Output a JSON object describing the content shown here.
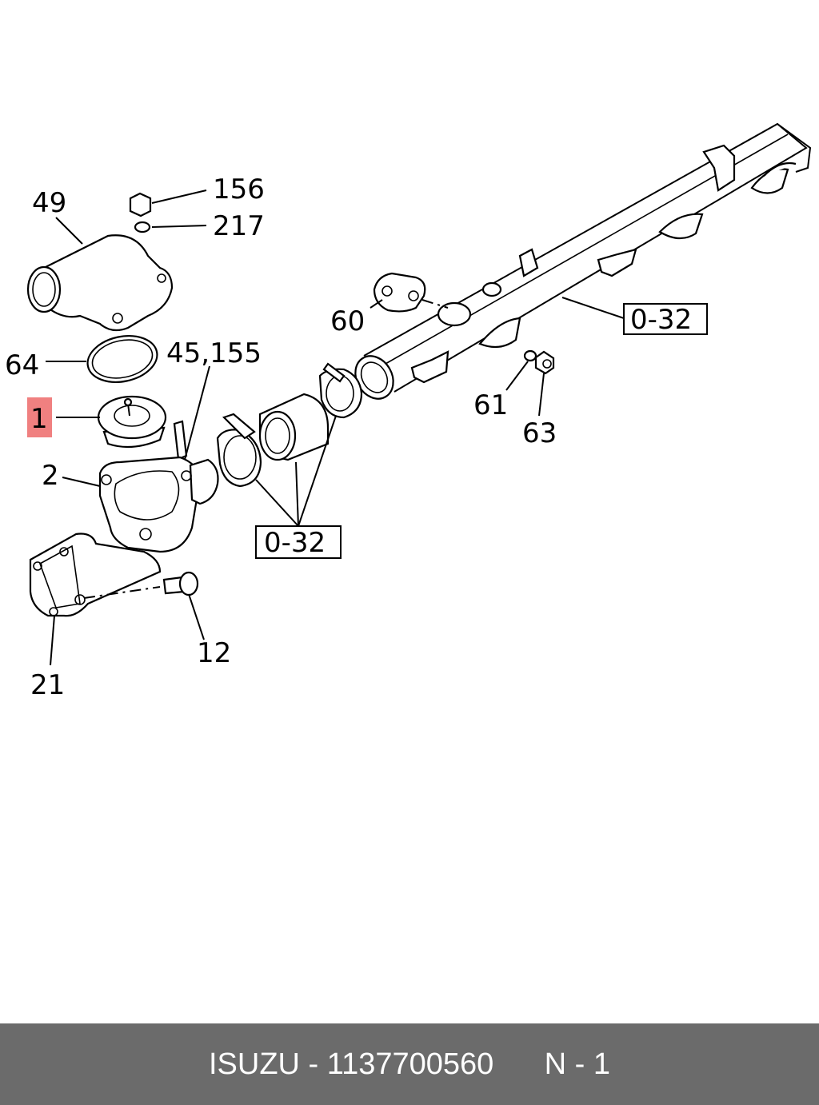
{
  "callouts": {
    "c49": "49",
    "c156": "156",
    "c217": "217",
    "c64": "64",
    "c45155": "45,155",
    "c1": "1",
    "c2": "2",
    "c12": "12",
    "c21": "21",
    "c60": "60",
    "c61": "61",
    "c63": "63",
    "ref_upper": "0-32",
    "ref_lower": "0-32"
  },
  "highlight_color": "#f08080",
  "footer": {
    "brand": "ISUZU",
    "separator": " - ",
    "part_number": "1137700560",
    "position_label": "N - 1"
  }
}
